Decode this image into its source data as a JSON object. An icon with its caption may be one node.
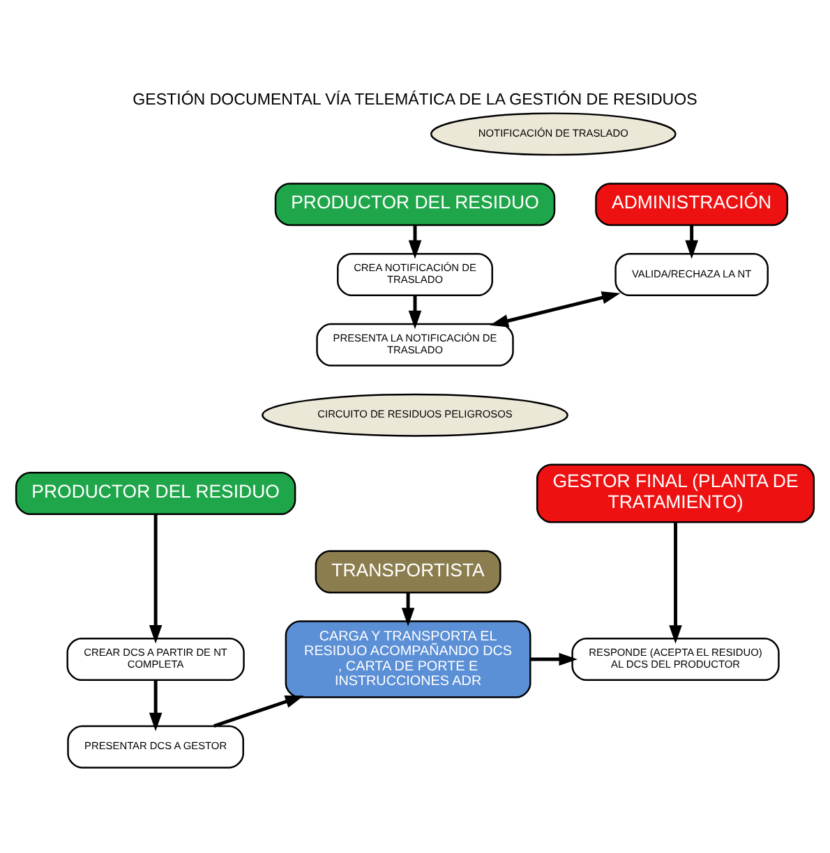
{
  "diagram": {
    "title": "GESTIÓN DOCUMENTAL VÍA TELEMÁTICA DE LA GESTIÓN DE RESIDUOS",
    "nodes": [
      {
        "text": [
          "NOTIFICACIÓN DE TRASLADO"
        ]
      },
      {
        "text": [
          "PRODUCTOR DEL RESIDUO"
        ]
      },
      {
        "text": [
          "CREA NOTIFICACIÓN DE TRASLADO"
        ]
      },
      {
        "text": [
          "PRESENTA LA NOTIFICACIÓN DE TRASLADO"
        ]
      },
      {
        "text": [
          "ADMINISTRACIÓN"
        ]
      },
      {
        "text": [
          "VALIDA/RECHAZA LA NT"
        ]
      },
      {
        "text": [
          "CIRCUITO DE RESIDUOS PELIGROSOS"
        ]
      },
      {
        "text": [
          "PRODUCTOR DEL RESIDUO"
        ]
      },
      {
        "text": [
          "CREAR DCS A PARTIR DE NT COMPLETA"
        ]
      },
      {
        "text": [
          "PRESENTAR DCS A GESTOR"
        ]
      },
      {
        "text": [
          "TRANSPORTISTA"
        ]
      },
      {
        "text": [
          "CARGA Y TRANSPORTA EL RESIDUO ACOMPAÑANDO DCS , CARTA DE PORTE E INSTRUCCIONES ADR"
        ]
      },
      {
        "text": [
          "GESTOR FINAL (PLANTA DE TRATAMIENTO)"
        ]
      },
      {
        "text": [
          "RESPONDE (ACEPTA EL RESIDUO) AL DCS DEL PRODUCTOR"
        ]
      }
    ],
    "edges": [
      {
        "from": 1,
        "to": 2,
        "arrow": "to"
      },
      {
        "from": 2,
        "to": 3,
        "arrow": "to"
      },
      {
        "from": 4,
        "to": 5,
        "arrow": "to"
      },
      {
        "from": 3,
        "to": 5,
        "arrow": "both"
      },
      {
        "from": 7,
        "to": 8,
        "arrow": "to"
      },
      {
        "from": 8,
        "to": 9,
        "arrow": "to"
      },
      {
        "from": 10,
        "to": 11,
        "arrow": "to"
      },
      {
        "from": 12,
        "to": 13,
        "arrow": "to"
      },
      {
        "from": 9,
        "to": 11,
        "arrow": "to"
      },
      {
        "from": 11,
        "to": 13,
        "arrow": "to"
      }
    ]
  }
}
